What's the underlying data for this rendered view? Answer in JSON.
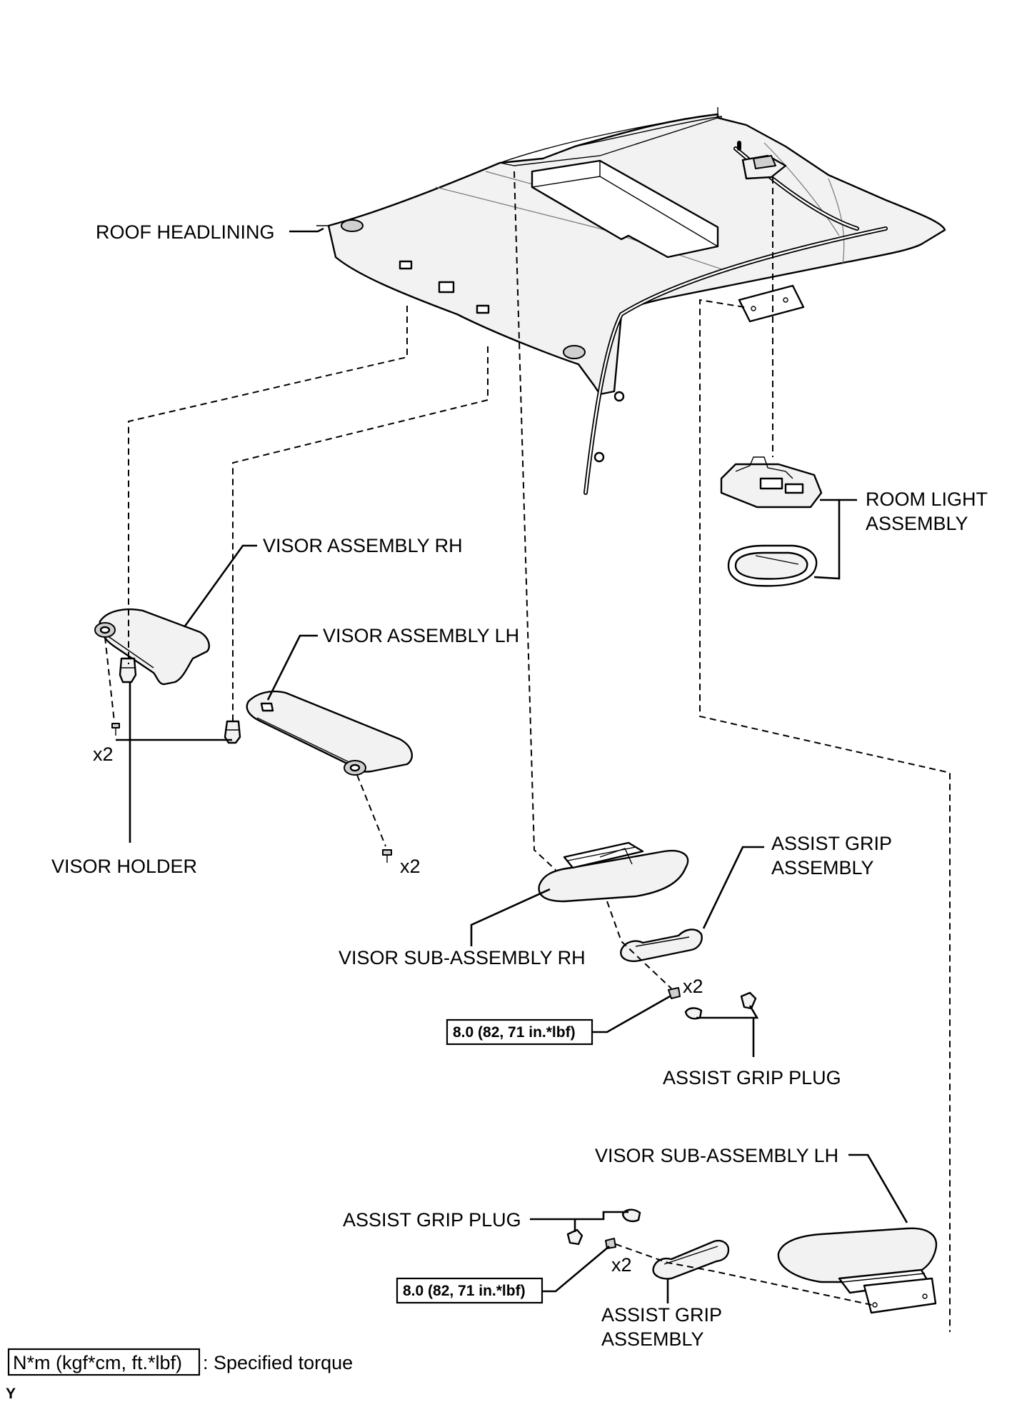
{
  "labels": {
    "roof_headlining": "ROOF HEADLINING",
    "room_light_line1": "ROOM LIGHT",
    "room_light_line2": "ASSEMBLY",
    "visor_rh": "VISOR ASSEMBLY RH",
    "visor_lh": "VISOR ASSEMBLY LH",
    "visor_holder": "VISOR HOLDER",
    "x2_holder": "x2",
    "x2_visor_lh": "x2",
    "assist_grip_upper_line1": "ASSIST GRIP",
    "assist_grip_upper_line2": "ASSEMBLY",
    "visor_sub_rh": "VISOR SUB-ASSEMBLY RH",
    "x2_grip_upper": "x2",
    "torque_upper": "8.0 (82, 71 in.*lbf)",
    "assist_grip_plug_upper": "ASSIST GRIP PLUG",
    "visor_sub_lh": "VISOR SUB-ASSEMBLY LH",
    "assist_grip_plug_lower": "ASSIST GRIP PLUG",
    "x2_grip_lower": "x2",
    "torque_lower": "8.0 (82, 71 in.*lbf)",
    "assist_grip_lower_line1": "ASSIST GRIP",
    "assist_grip_lower_line2": "ASSEMBLY"
  },
  "legend": {
    "torque_unit": "N*m (kgf*cm, ft.*lbf)",
    "description": ": Specified torque"
  },
  "corner_mark": "Y"
}
